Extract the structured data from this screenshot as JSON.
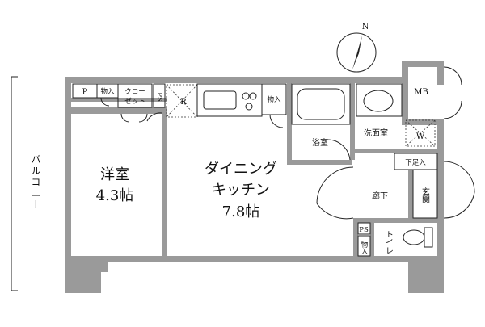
{
  "compass": {
    "north_label": "N"
  },
  "rooms": {
    "balcony": "バルコニー",
    "western_room": {
      "name": "洋室",
      "size": "4.3帖"
    },
    "dining_kitchen": {
      "name_line1": "ダイニング",
      "name_line2": "キッチン",
      "size": "7.8帖"
    },
    "bath": "浴室",
    "washroom": "洗面室",
    "corridor": "廊下",
    "entrance": "玄関",
    "toilet": "トイレ"
  },
  "fixtures": {
    "p": "P",
    "storage_top": "物入",
    "closet_line1": "クロー",
    "closet_line2": "ゼット",
    "ps_top": "PS",
    "refrigerator": "R",
    "storage_kitchen": "物入",
    "meter_box": "MB",
    "washer": "W",
    "shoe_box": "下足入",
    "ps_bottom": "PS",
    "storage_bottom": "物入"
  }
}
